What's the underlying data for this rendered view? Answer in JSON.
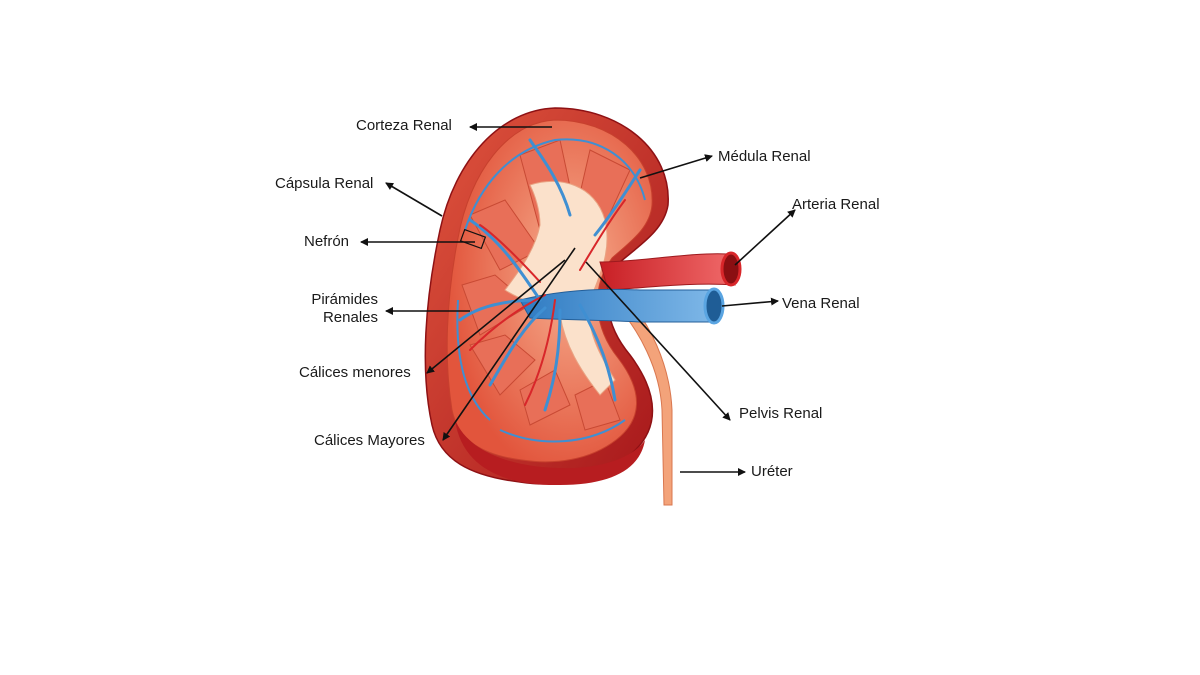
{
  "labels": {
    "corteza": "Corteza Renal",
    "capsula": "Cápsula Renal",
    "nefron": "Nefrón",
    "piramides_1": "Pirámides",
    "piramides_2": "Renales",
    "calices_menores": "Cálices menores",
    "calices_mayores": "Cálices Mayores",
    "medula": "Médula Renal",
    "arteria": "Arteria Renal",
    "vena": "Vena Renal",
    "pelvis": "Pelvis Renal",
    "ureter": "Uréter"
  },
  "colors": {
    "capsule_dark": "#b81e1e",
    "cortex": "#e8604a",
    "medulla": "#f08a6a",
    "pelvis": "#fbe3cf",
    "vein": "#3f8fd2",
    "artery": "#d8262a",
    "ureter": "#f3a37a"
  }
}
